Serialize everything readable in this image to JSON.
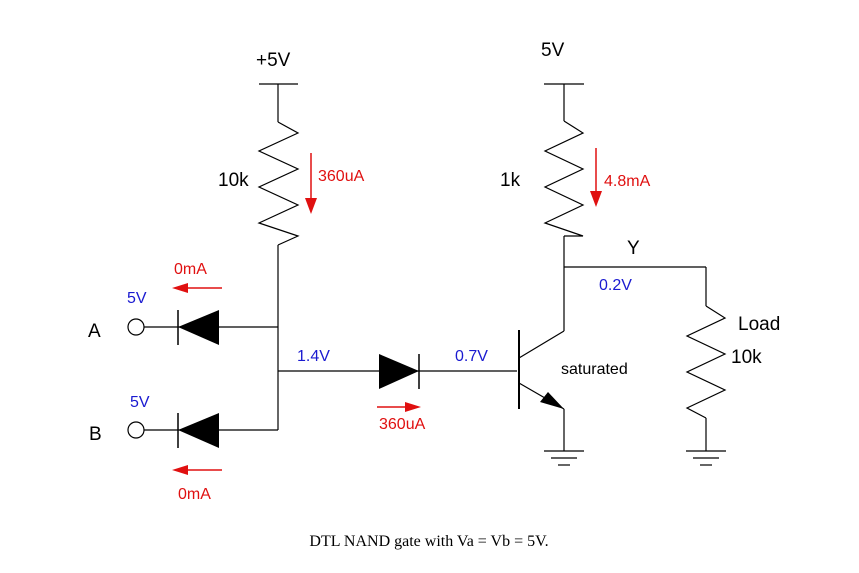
{
  "colors": {
    "wire": "#000000",
    "current": "#e01010",
    "voltage": "#1a1ad0",
    "text": "#000000"
  },
  "supplies": {
    "left": "+5V",
    "right": "5V"
  },
  "resistors": {
    "r1": "10k",
    "r2": "1k",
    "load_name": "Load",
    "load_value": "10k"
  },
  "currents": {
    "r1": "360uA",
    "r2": "4.8mA",
    "diode_a": "0mA",
    "diode_b": "0mA",
    "series_diode": "360uA"
  },
  "voltages": {
    "input_a": "5V",
    "input_b": "5V",
    "junction": "1.4V",
    "base": "0.7V",
    "output": "0.2V"
  },
  "nodes": {
    "input_a": "A",
    "input_b": "B",
    "output": "Y"
  },
  "transistor_state": "saturated",
  "caption": "DTL NAND gate with Va = Vb = 5V.",
  "icons": [
    "resistor-icon",
    "diode-icon",
    "npn-transistor-icon",
    "ground-icon",
    "current-arrow-icon",
    "input-terminal-icon"
  ]
}
